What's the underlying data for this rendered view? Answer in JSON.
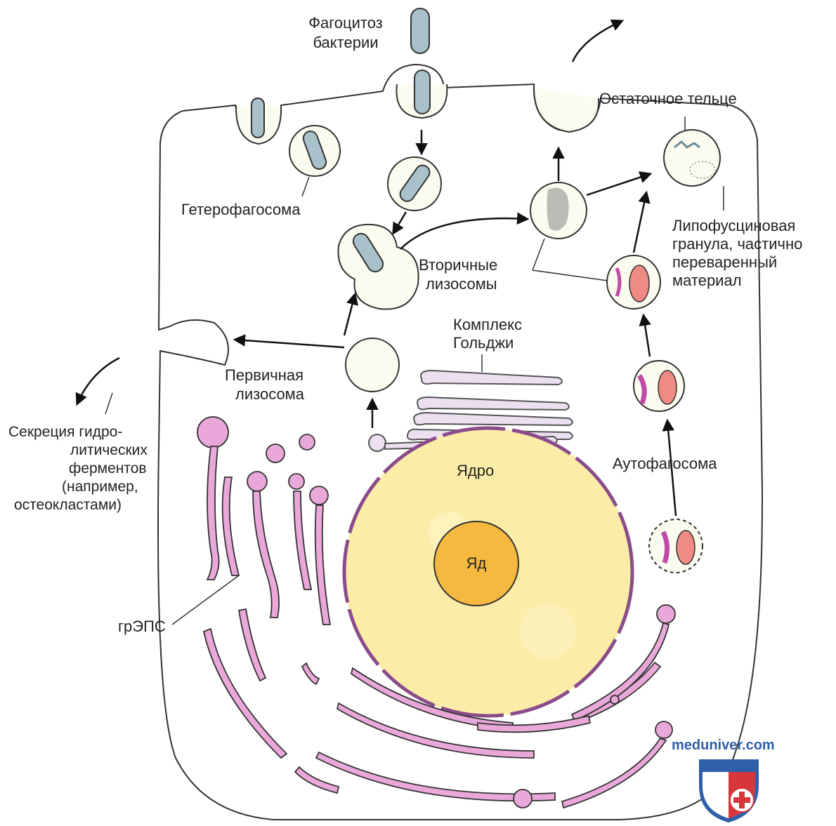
{
  "labels": {
    "phagocytosis": [
      "Фагоцитоз",
      "бактерии"
    ],
    "residual_body": "Остаточное тельце",
    "heterophagosome": "Гетерофагосома",
    "lipofuscin": [
      "Липофусциновая",
      "гранула, частично",
      "переваренный",
      "материал"
    ],
    "secondary_lysosomes": [
      "Вторичные",
      "лизосомы"
    ],
    "golgi": [
      "Комплекс",
      "Гольджи"
    ],
    "primary_lysosome": [
      "Первичная",
      "лизосома"
    ],
    "secretion": [
      "Секреция гидро-",
      "литических",
      "ферментов",
      "(например,",
      "остеокластами)"
    ],
    "nucleus": "Ядро",
    "nucleolus": "Яд",
    "autophagosome": "Аутофагосома",
    "rer": "грЭПС"
  },
  "watermark": {
    "site": "meduniver.com"
  },
  "colors": {
    "outline": "#333333",
    "bacterium": "#a9c1cb",
    "vesicle": "#fbfbf0",
    "er": "#e9a8d9",
    "nucleus": "#fbeda8",
    "nucleolus": "#f5b93f",
    "mitochondrion": "#f08a84",
    "golgi": "#ebdff0",
    "shield_blue": "#2f5fa8",
    "shield_red": "#d7363a"
  }
}
